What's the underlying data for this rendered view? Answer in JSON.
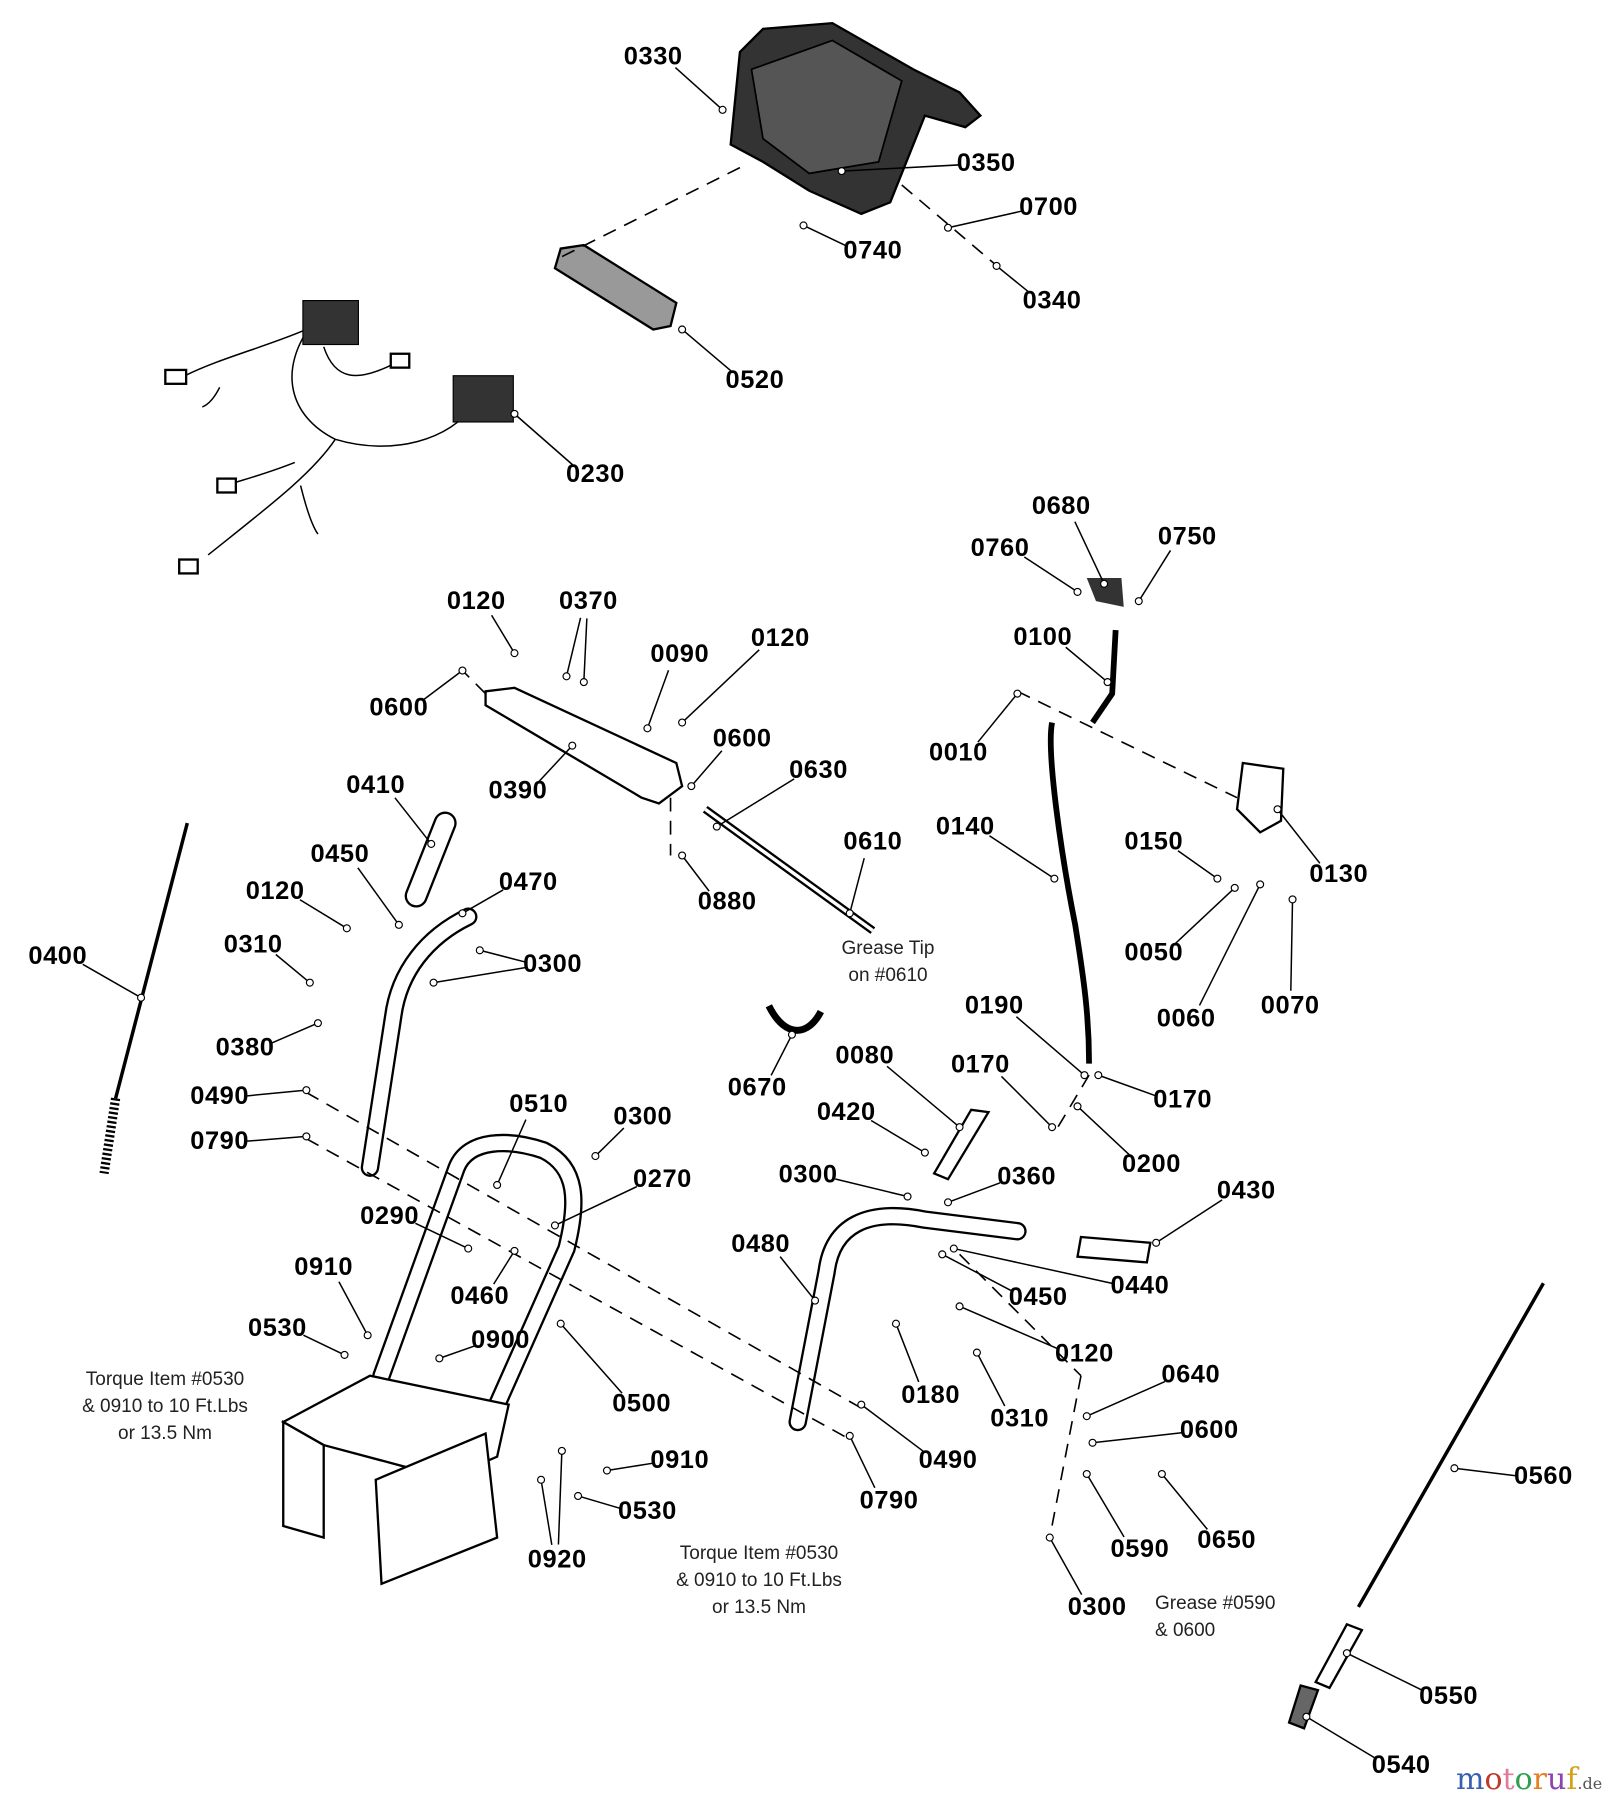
{
  "callouts": [
    "0330",
    "0350",
    "0700",
    "0740",
    "0340",
    "0520",
    "0230",
    "0680",
    "0760",
    "0750",
    "0120",
    "0370",
    "0090",
    "0120",
    "0100",
    "0600",
    "0010",
    "0600",
    "0630",
    "0390",
    "0410",
    "0140",
    "0150",
    "0130",
    "0610",
    "0880",
    "0450",
    "0120",
    "0470",
    "0300",
    "0400",
    "0310",
    "0050",
    "0060",
    "0070",
    "0380",
    "0670",
    "0190",
    "0080",
    "0170",
    "0170",
    "0490",
    "0420",
    "0200",
    "0510",
    "0300",
    "0790",
    "0270",
    "0300",
    "0360",
    "0430",
    "0290",
    "0480",
    "0440",
    "0450",
    "0910",
    "0460",
    "0530",
    "0900",
    "0120",
    "0640",
    "0180",
    "0500",
    "0310",
    "0600",
    "0910",
    "0490",
    "0560",
    "0530",
    "0790",
    "0590",
    "0650",
    "0920",
    "0300",
    "0550",
    "0540"
  ],
  "notes": {
    "grease_tip": "Grease Tip\non #0610",
    "torque_left": "Torque Item #0530\n& 0910 to 10 Ft.Lbs\nor 13.5 Nm",
    "torque_center": "Torque Item #0530\n& 0910 to 10 Ft.Lbs\nor 13.5 Nm",
    "grease_0590": "Grease #0590\n& 0600"
  },
  "watermark": {
    "text": "motoruf",
    "suffix": ".de",
    "colors": [
      "#3b5fb0",
      "#c0392b",
      "#e07b9b",
      "#2e9e4f",
      "#e67e22",
      "#8e44ad",
      "#d4a017"
    ]
  }
}
